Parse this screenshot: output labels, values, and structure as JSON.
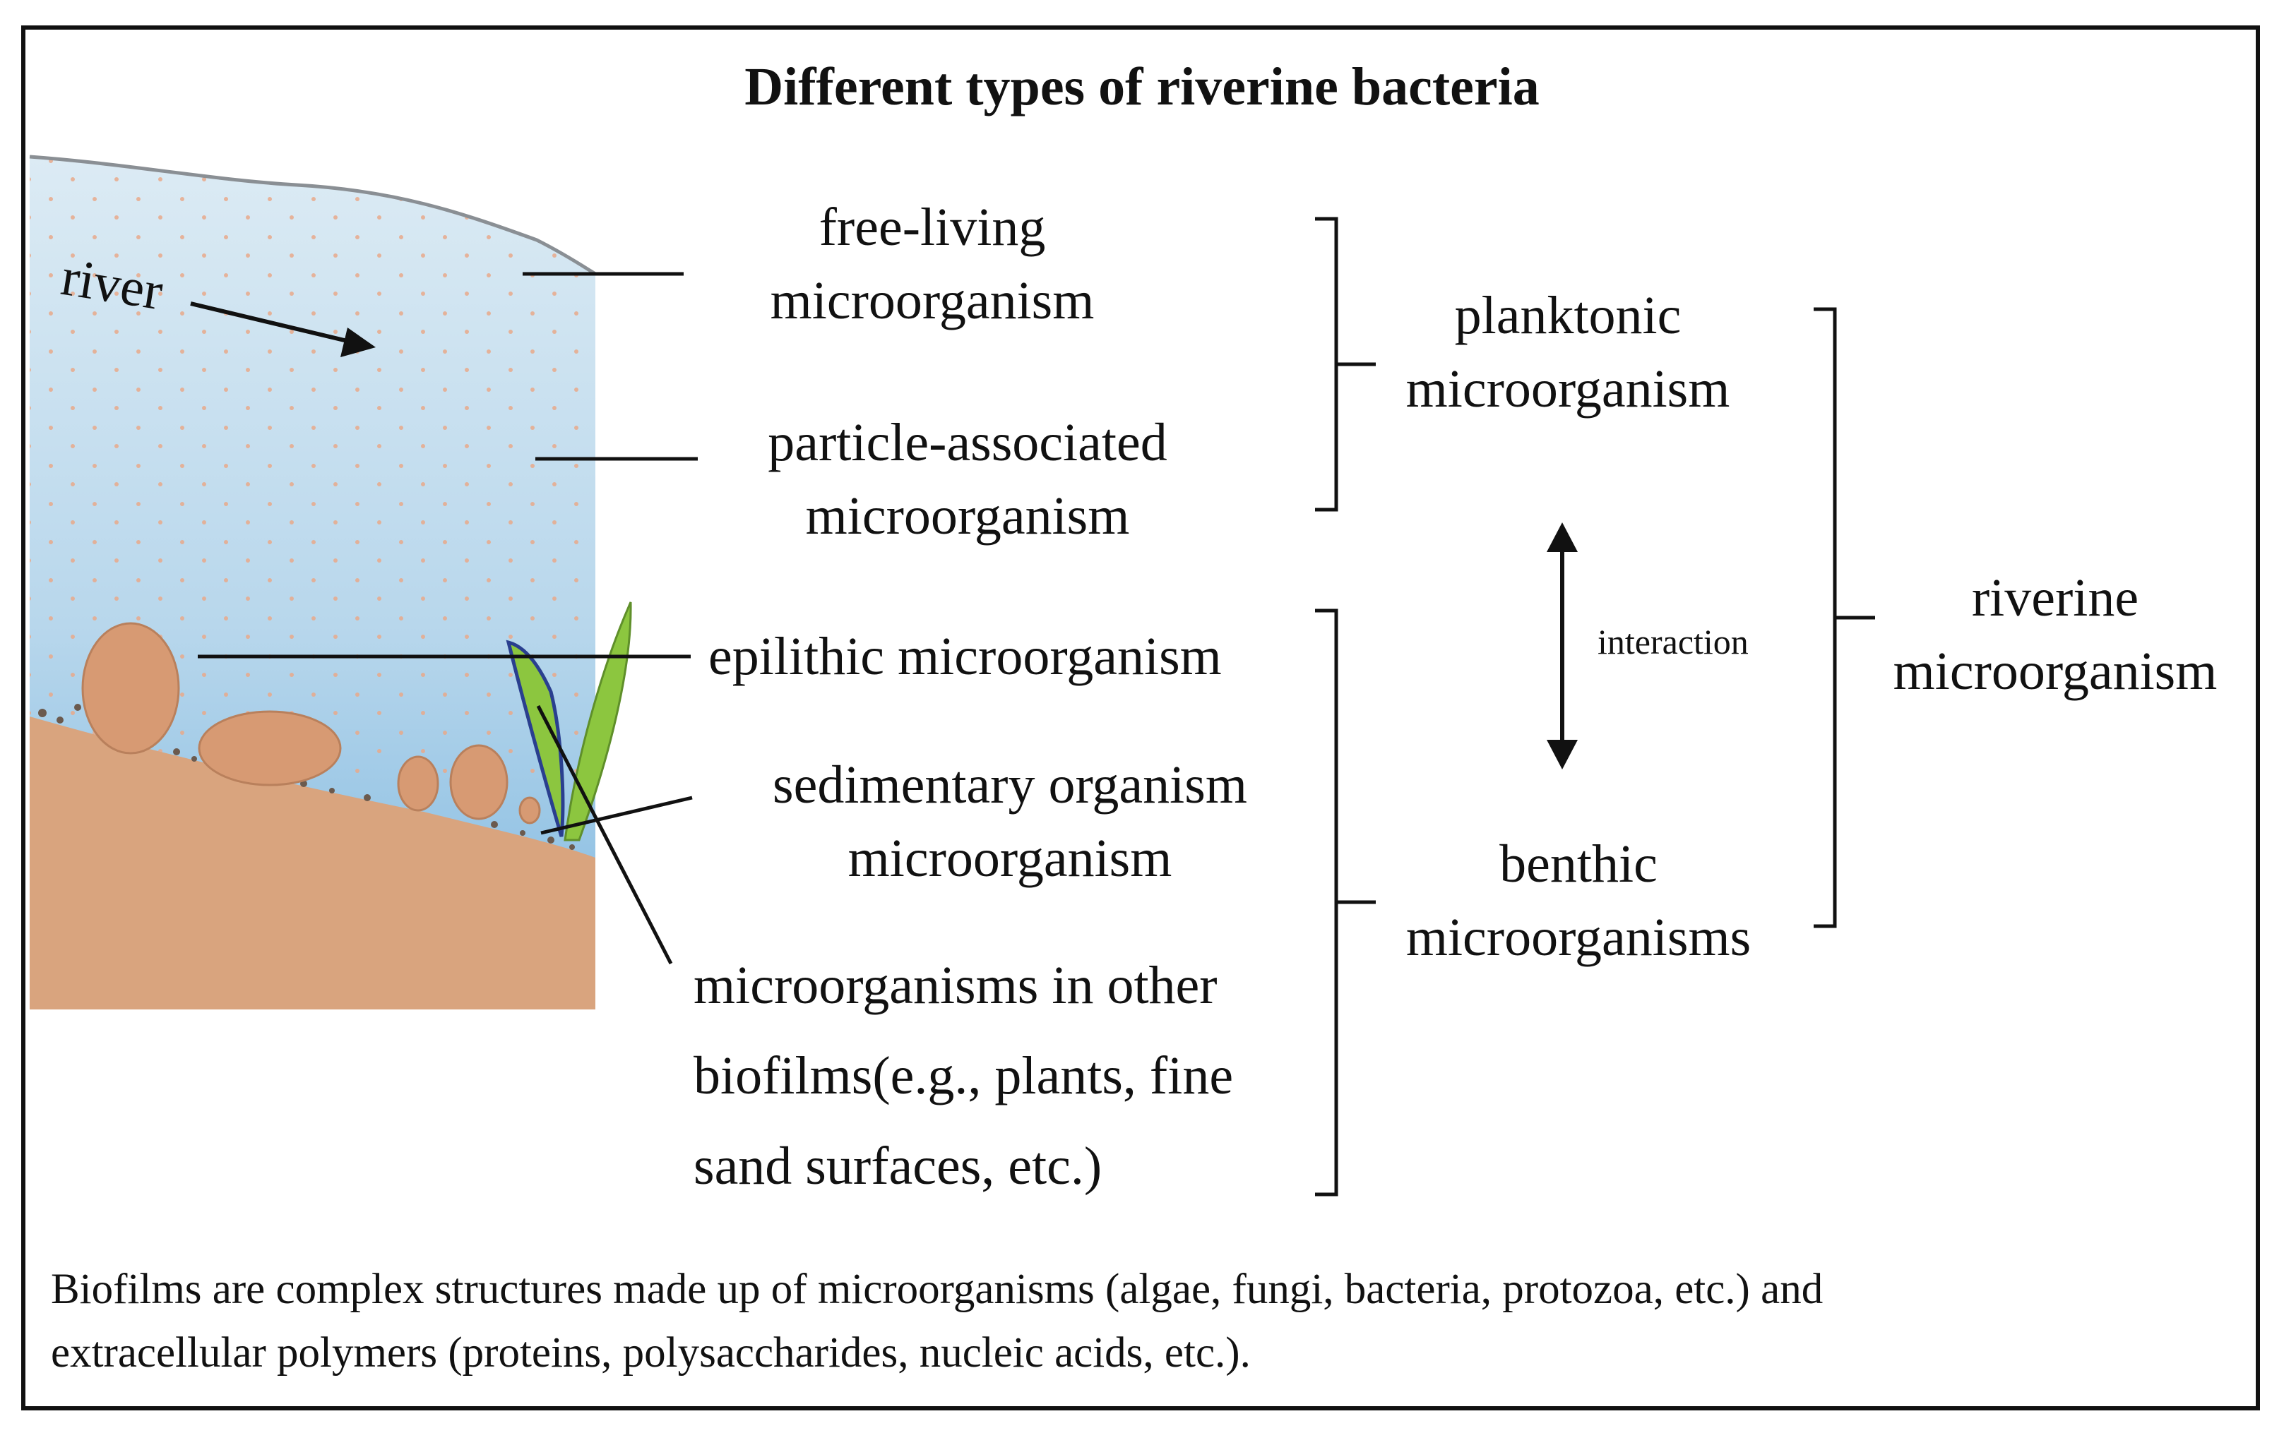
{
  "title": "Different types of riverine bacteria",
  "river_label": "river",
  "left_labels": {
    "free_living": [
      "free-living",
      "microorganism"
    ],
    "particle_associated": [
      "particle-associated",
      "microorganism"
    ],
    "epilithic": "epilithic microorganism",
    "sedimentary": [
      "sedimentary organism",
      "microorganism"
    ],
    "other_biofilms": [
      "microorganisms in other",
      "biofilms(e.g., plants, fine",
      "sand surfaces, etc.)"
    ]
  },
  "groups": {
    "planktonic": [
      "planktonic",
      "microorganism"
    ],
    "benthic": [
      "benthic",
      "microorganisms"
    ],
    "riverine": [
      "riverine",
      "microorganism"
    ]
  },
  "interaction_label": "interaction",
  "caption": [
    " Biofilms are complex structures made up of microorganisms (algae, fungi, bacteria, protozoa, etc.) and",
    "extracellular polymers (proteins, polysaccharides, nucleic acids, etc.)."
  ],
  "colors": {
    "water_top": "#dbeaf3",
    "water_bottom": "#86bcdf",
    "sediment": "#d9a47e",
    "rock": "#d79a73",
    "plant": "#8cc63f",
    "line": "#111111"
  }
}
